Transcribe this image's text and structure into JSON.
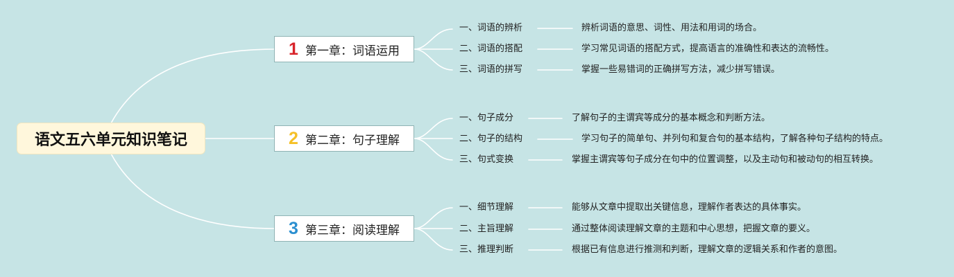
{
  "root": {
    "label": "语文五六单元知识笔记"
  },
  "chapters": [
    {
      "number": "1",
      "number_color": "#d8232a",
      "title": "第一章：词语运用",
      "items": [
        {
          "topic": "一、词语的辨析",
          "desc": "辨析词语的意思、词性、用法和用词的场合。"
        },
        {
          "topic": "二、词语的搭配",
          "desc": "学习常见词语的搭配方式，提高语言的准确性和表达的流畅性。"
        },
        {
          "topic": "三、词语的拼写",
          "desc": "掌握一些易错词的正确拼写方法，减少拼写错误。"
        }
      ]
    },
    {
      "number": "2",
      "number_color": "#f5c028",
      "title": "第二章：句子理解",
      "items": [
        {
          "topic": "一、句子成分",
          "desc": "了解句子的主谓宾等成分的基本概念和判断方法。"
        },
        {
          "topic": "二、句子的结构",
          "desc": "学习句子的简单句、并列句和复合句的基本结构，了解各种句子结构的特点。"
        },
        {
          "topic": "三、句式变换",
          "desc": "掌握主谓宾等句子成分在句中的位置调整，以及主动句和被动句的相互转换。"
        }
      ]
    },
    {
      "number": "3",
      "number_color": "#2b8fd0",
      "title": "第三章：阅读理解",
      "items": [
        {
          "topic": "一、细节理解",
          "desc": "能够从文章中提取出关键信息，理解作者表达的具体事实。"
        },
        {
          "topic": "二、主旨理解",
          "desc": "通过整体阅读理解文章的主题和中心思想，把握文章的要义。"
        },
        {
          "topic": "三、推理判断",
          "desc": "根据已有信息进行推测和判断，理解文章的逻辑关系和作者的意图。"
        }
      ]
    }
  ]
}
